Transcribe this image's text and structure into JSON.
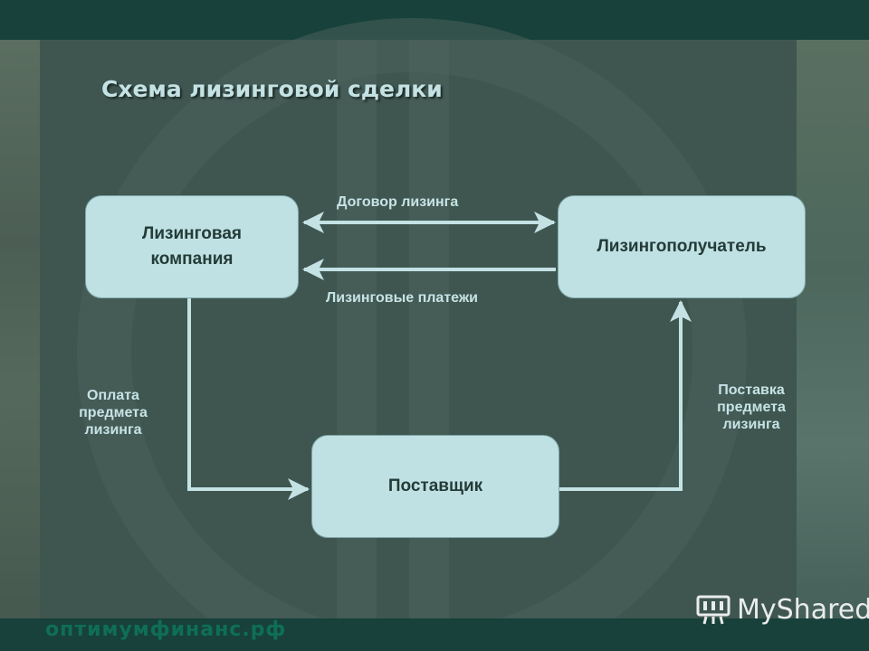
{
  "title": "Схема лизинговой сделки",
  "nodes": {
    "leasing_company": "Лизинговая\nкомпания",
    "lessee": "Лизингополучатель",
    "supplier": "Поставщик"
  },
  "edges": {
    "contract": "Договор лизинга",
    "payments": "Лизинговые платежи",
    "payment_for_asset": "Оплата\nпредмета\nлизинга",
    "asset_delivery": "Поставка\nпредмета\nлизинга"
  },
  "footer": {
    "site": "оптимумфинанс.рф",
    "watermark": "MyShared"
  },
  "colors": {
    "node_fill": "#bfe1e3",
    "arrow": "#c4e2e4",
    "title": "#c4e2e4",
    "band": "#17413a"
  }
}
